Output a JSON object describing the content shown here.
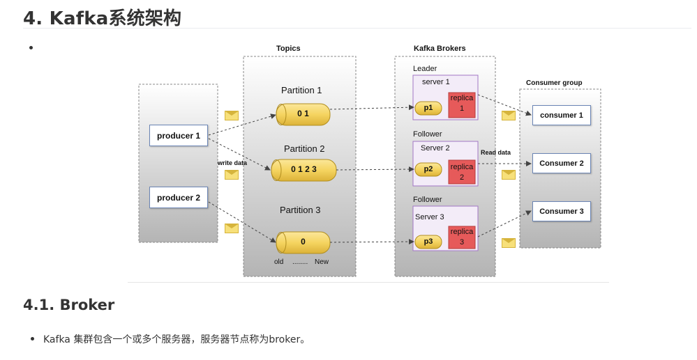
{
  "heading": "4. Kafka系统架构",
  "subheading": "4.1. Broker",
  "paragraph": "Kafka 集群包含一个或多个服务器，服务器节点称为broker。",
  "diagram": {
    "topics_title": "Topics",
    "brokers_title": "Kafka Brokers",
    "consumer_group_title": "Consumer group",
    "producers": [
      "producer 1",
      "producer 2"
    ],
    "write_label": "write data",
    "read_label": "Read data",
    "partitions": [
      {
        "title": "Partition 1",
        "offsets": "0  1"
      },
      {
        "title": "Partition 2",
        "offsets": "0 1 2 3"
      },
      {
        "title": "Partition 3",
        "offsets": "0"
      }
    ],
    "old_new": {
      "old": "old",
      "dots": "........",
      "new": "New"
    },
    "brokers": [
      {
        "role": "Leader",
        "server": "server 1",
        "p": "p1",
        "replica": "replica",
        "replica_num": "1"
      },
      {
        "role": "Follower",
        "server": "Server 2",
        "p": "p2",
        "replica": "replica",
        "replica_num": "2"
      },
      {
        "role": "Follower",
        "server": "Server 3",
        "p": "p3",
        "replica": "replica",
        "replica_num": "3"
      }
    ],
    "consumers": [
      "consumer 1",
      "Consumer 2",
      "Consumer 3"
    ],
    "colors": {
      "panel_top": "#ffffff",
      "panel_bottom": "#b8b8b8",
      "cylinder": "#f5d460",
      "server_bg": "#f3ecf8",
      "server_border": "#a276c4",
      "replica_bg": "#e65a5a",
      "box_border": "#6b85b5",
      "envelope": "#f7e07a"
    }
  }
}
